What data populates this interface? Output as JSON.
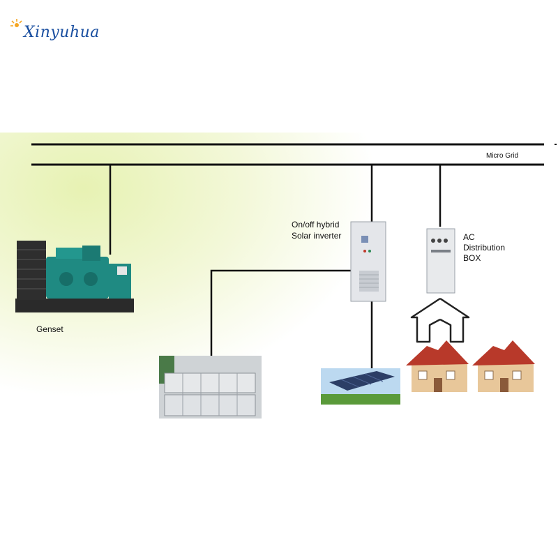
{
  "logo": {
    "text": "Xinyuhua",
    "brand_color": "#1a4fa0",
    "sun_color": "#f5a623"
  },
  "labels": {
    "micro_grid": "Micro Grid",
    "genset": "Genset",
    "inverter_line1": "On/off hybrid",
    "inverter_line2": "Solar inverter",
    "ac_line1": "AC",
    "ac_line2": "Distribution",
    "ac_line3": "BOX"
  },
  "colors": {
    "panel_tint": "#e7f2b3",
    "genset": "#1f8a82",
    "roof": "#b8392a",
    "house_wall": "#e8c79a",
    "grass": "#5a9a3a"
  }
}
